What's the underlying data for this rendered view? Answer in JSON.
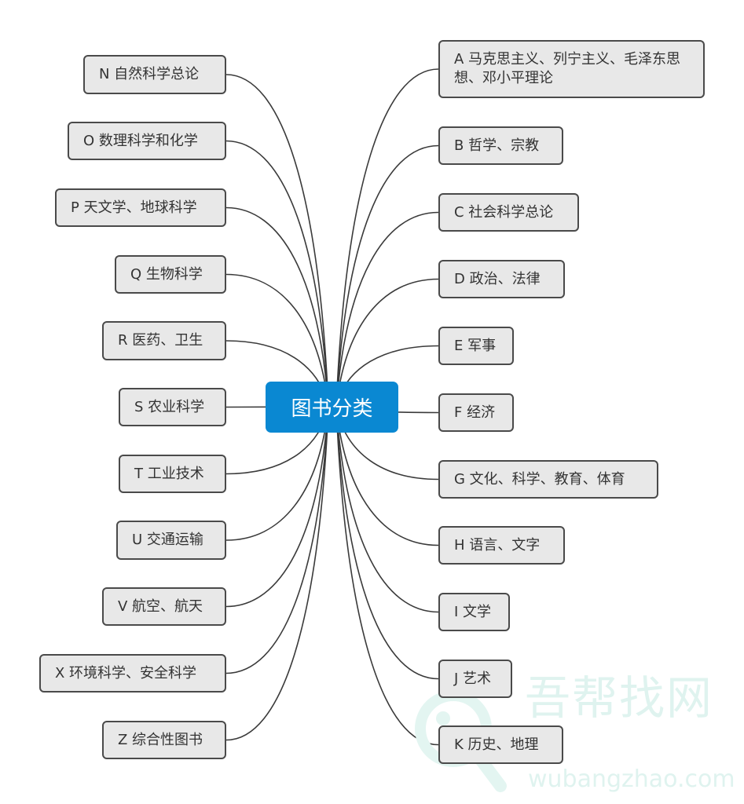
{
  "center": {
    "label": "图书分类",
    "color": "#0a88d2"
  },
  "left_nodes": [
    {
      "label": "N 自然科学总论"
    },
    {
      "label": "O 数理科学和化学"
    },
    {
      "label": "P 天文学、地球科学"
    },
    {
      "label": "Q 生物科学"
    },
    {
      "label": "R 医药、卫生"
    },
    {
      "label": "S 农业科学"
    },
    {
      "label": "T 工业技术"
    },
    {
      "label": "U 交通运输"
    },
    {
      "label": "V 航空、航天"
    },
    {
      "label": "X 环境科学、安全科学"
    },
    {
      "label": "Z 综合性图书"
    }
  ],
  "right_nodes": [
    {
      "label": "A 马克思主义、列宁主义、毛泽东思想、邓小平理论"
    },
    {
      "label": "B 哲学、宗教"
    },
    {
      "label": "C 社会科学总论"
    },
    {
      "label": "D 政治、法律"
    },
    {
      "label": "E 军事"
    },
    {
      "label": "F 经济"
    },
    {
      "label": "G 文化、科学、教育、体育"
    },
    {
      "label": "H 语言、文字"
    },
    {
      "label": "I 文学"
    },
    {
      "label": "J 艺术"
    },
    {
      "label": "K 历史、地理"
    }
  ],
  "watermark": {
    "cn": "吾帮找网",
    "en": "wubangzhao.com"
  }
}
